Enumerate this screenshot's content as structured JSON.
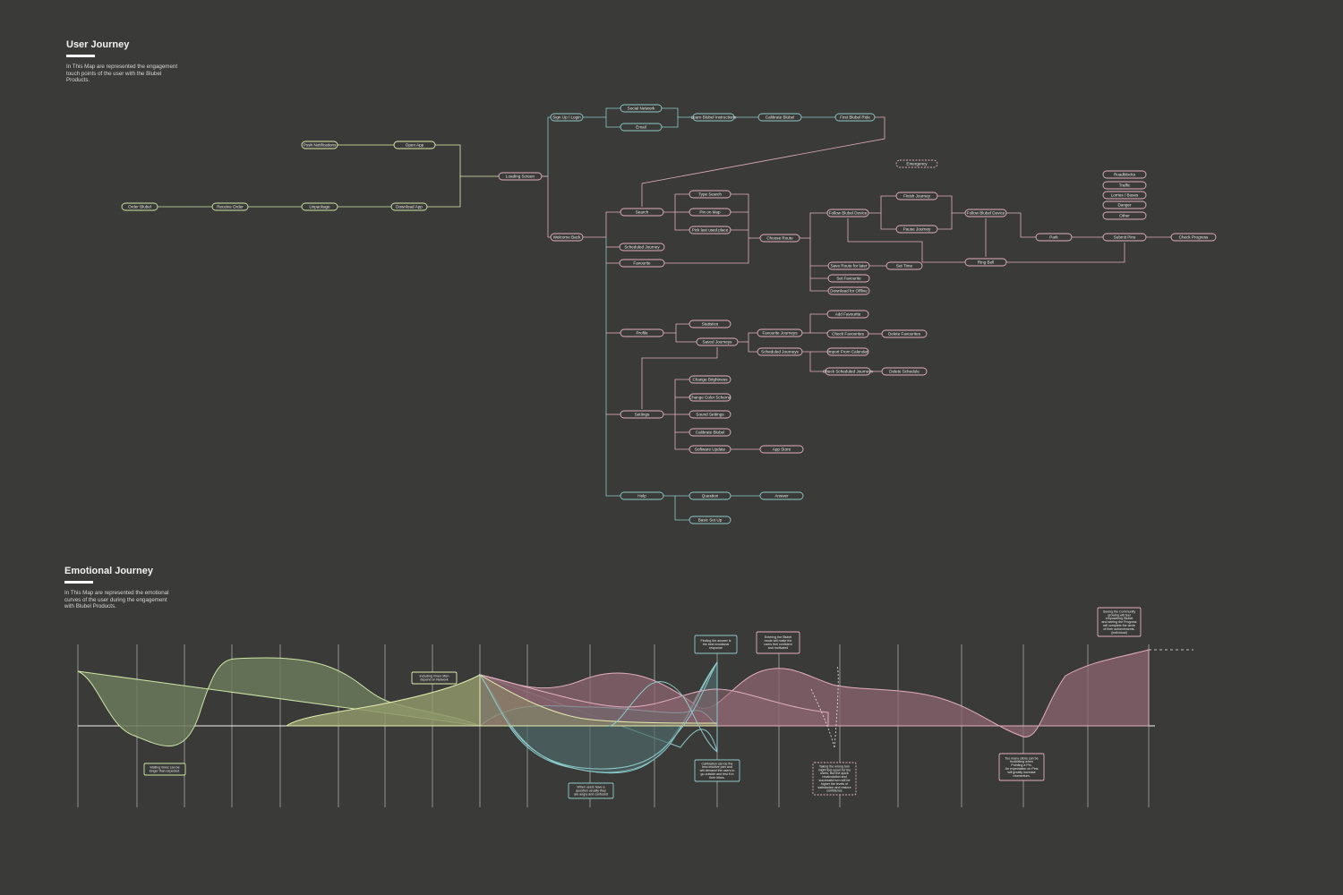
{
  "user_journey": {
    "title": "User Journey",
    "description": "In This Map are represented the engagement touch points of the user with the Blubel Products."
  },
  "emotional_journey": {
    "title": "Emotional Journey",
    "description": "In This Map are represented the emotional curves of the user during the engagement with Blubel Products."
  },
  "colors": {
    "background": "#3a3a38",
    "green": "#cfe6a6",
    "pink": "#e2aec0",
    "teal": "#8cc9c9",
    "yellow": "#e4ecae",
    "green_fill": "#6b7a5c",
    "pink_fill": "#8c6670",
    "teal_fill": "#4e6a6a",
    "yellow_fill": "#8f9668"
  },
  "nodes": {
    "order_blubel": "Order Blubel",
    "receive_order": "Receive Order",
    "unpackage": "Unpackage",
    "download_app": "Download App",
    "push_notifications": "Push Notifications",
    "open_app": "Open App",
    "loading_screen": "Loading Screen",
    "sign_up_login": "Sign Up / Login",
    "social_network": "Social Network",
    "email": "Email",
    "learn_instructions": "Learn Blubel Instructions",
    "calibrate_blubel": "Calibrate Blubel",
    "first_ride": "First Blubel Ride",
    "welcome_back": "Welcome Back",
    "search": "Search",
    "type_search": "Type Search",
    "pin_on_map": "Pin on Map",
    "pick_last_place": "Pick last used place",
    "scheduled_journey": "Scheduled Journey",
    "favourite": "Favourite",
    "choose_route": "Choose Route",
    "follow_device_1": "Follow Blubel Device",
    "finish_journey": "Finish Journey",
    "pause_journey": "Pause Journey",
    "emergency": "Emergency",
    "follow_device_2": "Follow Blubel Device",
    "ring_bell": "Ring Bell",
    "park": "Park",
    "submit_pins": "Submit Pins",
    "check_progress": "Check Progress",
    "roadblocks": "Roadblocks",
    "traffic": "Traffic",
    "lorries_buses": "Lorries / Buses",
    "danger": "Danger",
    "other": "Other",
    "save_route_later": "Save Route for later",
    "set_time": "Set Time",
    "set_favourite": "Set Favourite",
    "download_offline": "Download for Offline",
    "profile": "Profile",
    "statistics": "Statistics",
    "saved_journeys": "Saved Journeys",
    "favourite_journeys": "Favourite Journeys",
    "scheduled_journeys_2": "Scheduled Journeys",
    "add_favourite": "Add Favourite",
    "check_favourites": "Check Favourites",
    "delete_favourites": "Delete Favourites",
    "import_calendar": "Import From Calendar",
    "check_scheduled": "Check Scheduled Journeys",
    "delete_schedule": "Delete Schedule",
    "settings": "Settings",
    "change_brightness": "Change Brightness",
    "change_color_scheme": "Change Color Scheme",
    "sound_settings": "Sound Settings",
    "calibrate_blubel_2": "Calibrate Blubel",
    "software_update": "Software Update",
    "app_store": "App Store",
    "help": "Help",
    "question": "Question",
    "answer": "Answer",
    "basic_set_up": "Basic Set Up"
  },
  "notes": [
    [
      "Waiting times can be",
      "longer than expected."
    ],
    [
      "Including times often",
      "depend on Network"
    ],
    [
      "When users have a",
      "question usually they",
      "are angry and confused"
    ],
    [
      "Finding the answer is",
      "the best emotional",
      "response"
    ],
    [
      "Calibration can be the",
      "less intuitive part and",
      "will demand the users to",
      "go outside and test it in",
      "their bikes."
    ],
    [
      "Entering the Blubel",
      "mode will make the",
      "users feel confident",
      "and motivated"
    ],
    [
      "Taking the wrong turn",
      "might feel upset for the",
      "users. But the quick",
      "recalculation and",
      "successful turn will be",
      "higher the levels of",
      "satisfaction and restore",
      "confidence"
    ],
    [
      "Too many clicks can be",
      "frustrating when",
      "Pointing a Pin.",
      "An expectation on Pins",
      "will greatly increase",
      "momentum."
    ],
    [
      "Seeing the Community",
      "growing will feel",
      "empowering Blubel",
      "and seeing the Progress",
      "will complete the circle",
      "of their achievements.",
      "(Individual)"
    ]
  ]
}
